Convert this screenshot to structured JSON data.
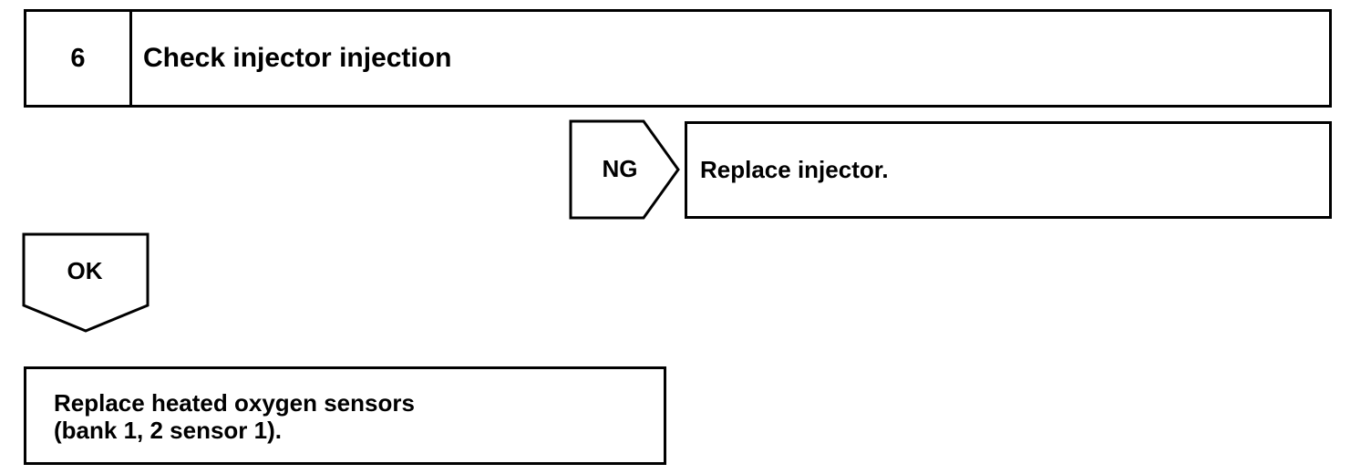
{
  "step": {
    "number": "6",
    "title": "Check injector injection"
  },
  "ng_branch": {
    "label": "NG",
    "action": "Replace injector."
  },
  "ok_branch": {
    "label": "OK"
  },
  "final_action": {
    "line1": "Replace heated oxygen sensors",
    "line2": "(bank 1, 2 sensor 1)."
  }
}
